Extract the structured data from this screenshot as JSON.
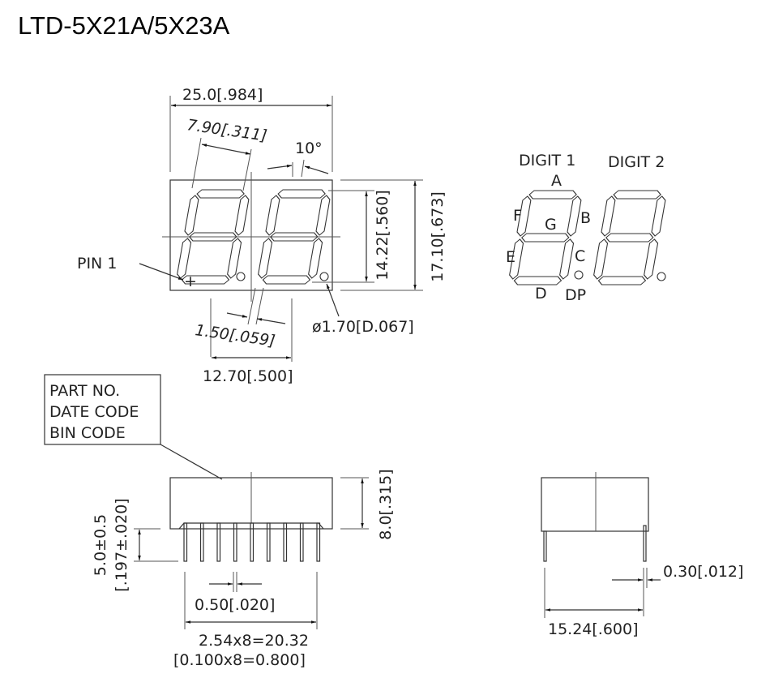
{
  "title": "LTD-5X21A/5X23A",
  "front_view": {
    "width_dim": "25.0[.984]",
    "digit_width_dim": "7.90[.311]",
    "slant_angle": "10°",
    "digit_height_dim": "14.22[.560]",
    "body_height_dim": "17.10[.673]",
    "pin1_label": "PIN 1",
    "segment_width_dim": "1.50[.059]",
    "dp_diameter_dim": "ø1.70[D.067]",
    "digit_pitch_dim": "12.70[.500]"
  },
  "segment_map": {
    "digit1_label": "DIGIT 1",
    "digit2_label": "DIGIT 2",
    "segments": {
      "a": "A",
      "b": "B",
      "c": "C",
      "d": "D",
      "e": "E",
      "f": "F",
      "g": "G",
      "dp": "DP"
    }
  },
  "marking_box": {
    "lines": [
      "PART NO.",
      "DATE CODE",
      "BIN CODE"
    ]
  },
  "side_view": {
    "body_height_dim": "8.0[.315]",
    "pin_length_dim_mm": "5.0±0.5",
    "pin_length_dim_in": "[.197±.020]",
    "pin_width_dim": "0.50[.020]",
    "pin_span_mm": "2.54x8=20.32",
    "pin_span_in": "[0.100x8=0.800]"
  },
  "end_view": {
    "pin_thickness_dim": "0.30[.012]",
    "row_spacing_dim": "15.24[.600]"
  }
}
